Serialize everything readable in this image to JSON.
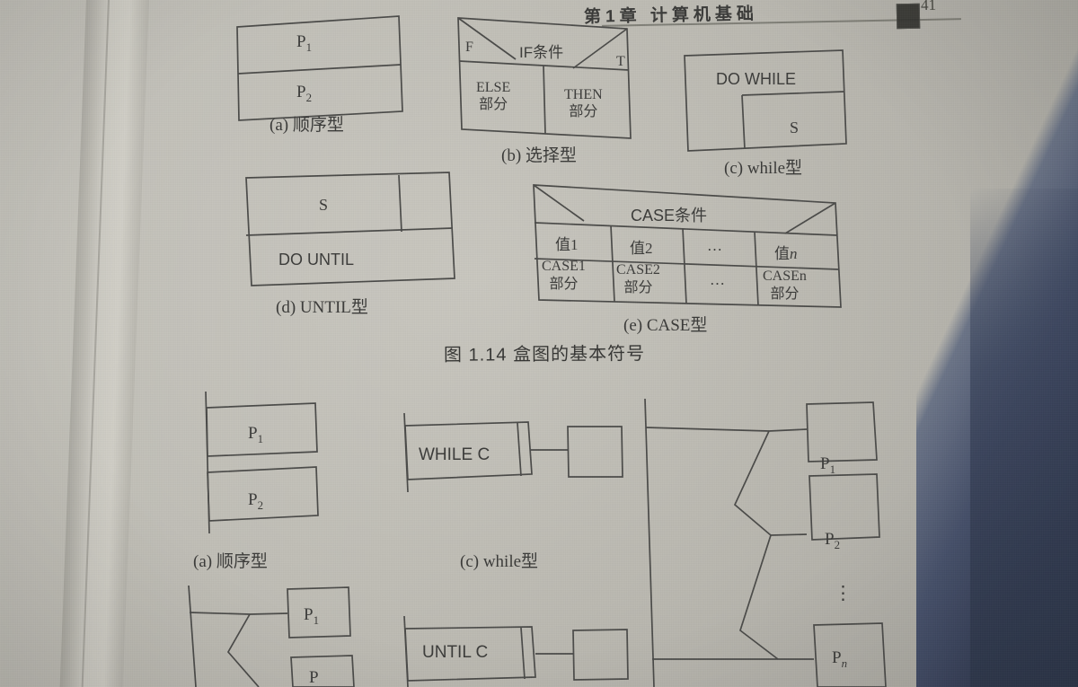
{
  "page": {
    "header_text": "第1章  计算机基础",
    "page_number": "41",
    "figure_caption": "图 1.14   盒图的基本符号"
  },
  "figure_1_14": {
    "name": "盒图的基本符号",
    "panels": [
      {
        "id": "a",
        "label": "(a) 顺序型",
        "type": "sequence",
        "rows": [
          "P₁",
          "P₂"
        ]
      },
      {
        "id": "b",
        "label": "(b) 选择型",
        "type": "selection",
        "condition": "IF条件",
        "false_marker": "F",
        "true_marker": "T",
        "branches": [
          {
            "text_line1": "ELSE",
            "text_line2": "部分"
          },
          {
            "text_line1": "THEN",
            "text_line2": "部分"
          }
        ]
      },
      {
        "id": "c",
        "label": "(c) while型",
        "type": "while",
        "header": "DO WHILE",
        "body": "S"
      },
      {
        "id": "d",
        "label": "(d) UNTIL型",
        "type": "until",
        "body": "S",
        "footer": "DO UNTIL"
      },
      {
        "id": "e",
        "label": "(e) CASE型",
        "type": "case",
        "condition": "CASE条件",
        "value_row": [
          "值1",
          "值2",
          "…",
          "值n"
        ],
        "case_row": [
          {
            "text_line1": "CASE1",
            "text_line2": "部分"
          },
          {
            "text_line1": "CASE2",
            "text_line2": "部分"
          },
          {
            "text_line1": "…",
            "text_line2": ""
          },
          {
            "text_line1": "CASEn",
            "text_line2": "部分"
          }
        ]
      }
    ]
  },
  "figure_pad": {
    "panels": [
      {
        "id": "a",
        "label": "(a) 顺序型",
        "type": "sequence",
        "boxes": [
          "P₁",
          "P₂"
        ]
      },
      {
        "id": "b",
        "label": "",
        "type": "selection",
        "boxes": [
          "P₁",
          "P"
        ]
      },
      {
        "id": "c",
        "label": "(c) while型",
        "type": "while",
        "condition": "WHILE C",
        "body": ""
      },
      {
        "id": "d",
        "label": "",
        "type": "until",
        "condition": "UNTIL C",
        "body": ""
      },
      {
        "id": "e",
        "label": "",
        "type": "case",
        "boxes": [
          "P₁",
          "P₂",
          "⋮",
          "Pₙ"
        ]
      }
    ]
  },
  "colors": {
    "paper": "#c3c1b9",
    "ink": "#3b3b39",
    "rule": "#6b6b63",
    "cloth": "#3b4560"
  }
}
